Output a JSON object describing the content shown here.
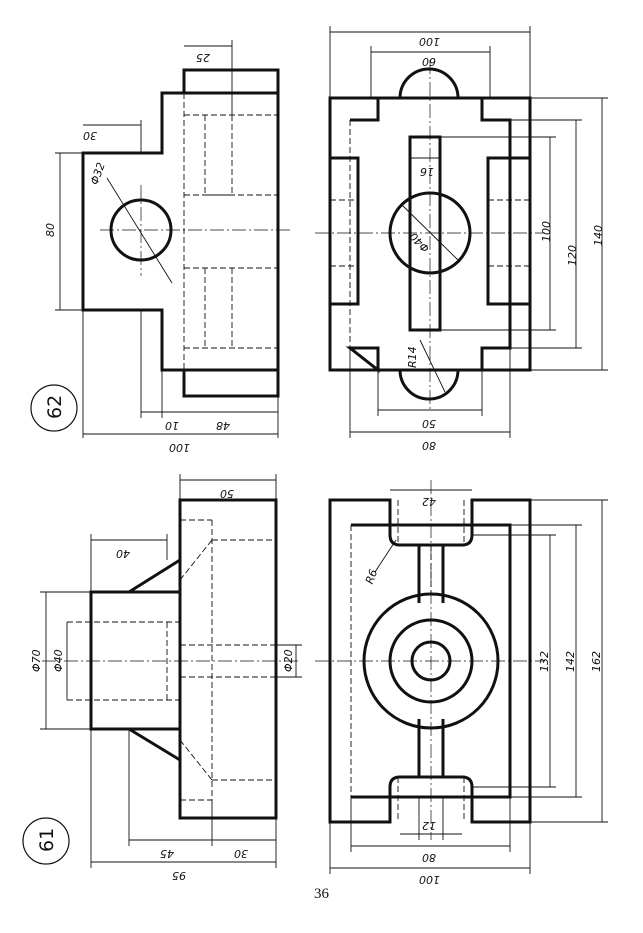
{
  "page_number": "36",
  "problem_62": {
    "label": "62",
    "front_view": {
      "d_30": "30",
      "d_25": "25",
      "d_80": "80",
      "d_phi32": "Φ32",
      "d_10": "10",
      "d_48": "48",
      "d_100": "100"
    },
    "top_view": {
      "d_100_top": "100",
      "d_60": "60",
      "d_16": "16",
      "d_phi40": "Φ40",
      "d_100": "100",
      "d_120": "120",
      "d_140": "140",
      "d_R14": "R14",
      "d_50": "50",
      "d_80": "80"
    }
  },
  "problem_61": {
    "label": "61",
    "front_view": {
      "d_50": "50",
      "d_40": "40",
      "d_phi70": "Φ70",
      "d_phi40": "Φ40",
      "d_phi20": "Φ20",
      "d_45": "45",
      "d_30": "30",
      "d_95": "95"
    },
    "top_view": {
      "d_42": "42",
      "d_R6": "R6",
      "d_132": "132",
      "d_142": "142",
      "d_162": "162",
      "d_12": "12",
      "d_80": "80",
      "d_100": "100"
    }
  }
}
